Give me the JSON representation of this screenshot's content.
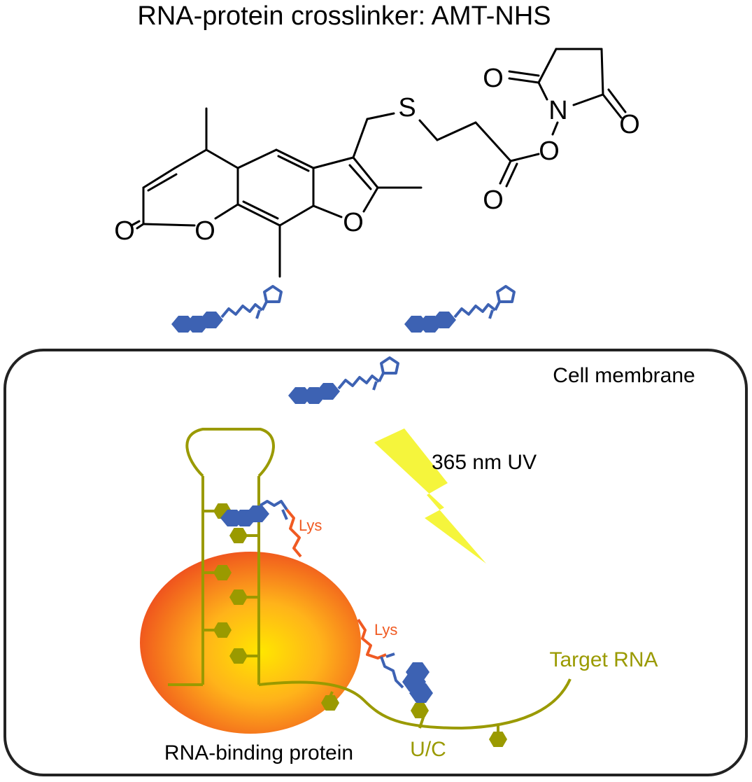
{
  "title": "RNA-protein crosslinker: AMT-NHS",
  "labels": {
    "cell_membrane": "Cell membrane",
    "uv": "365 nm UV",
    "lys": "Lys",
    "target_rna": "Target RNA",
    "rna_binding_protein": "RNA-binding protein",
    "uc": "U/C"
  },
  "atoms": {
    "o_lactone_carbonyl": "O",
    "o_lactone_ring": "O",
    "o_furan": "O",
    "s": "S",
    "n": "N",
    "o_succinimide_top": "O",
    "o_succinimide_right": "O",
    "o_ester_link": "O",
    "o_ester_carbonyl": "O"
  },
  "colors": {
    "crosslinker": "#3d62b3",
    "rna": "#9a9a00",
    "lysine": "#f05a22",
    "uv": "#f5f53c",
    "membrane": "#222222",
    "protein_center": "#ffe000",
    "protein_edge": "#ee4a1e"
  }
}
